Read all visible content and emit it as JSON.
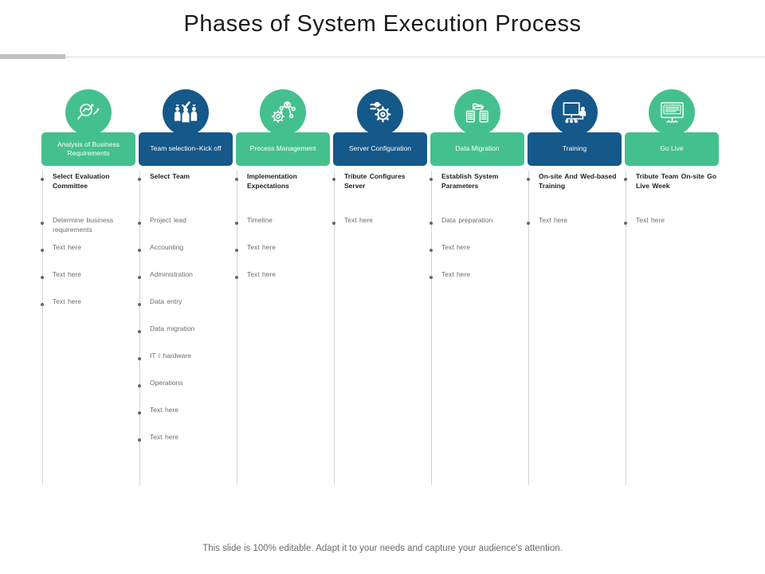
{
  "slide": {
    "title": "Phases of System Execution Process",
    "footer": "This slide is 100% editable. Adapt it to your needs and capture your audience's attention."
  },
  "theme": {
    "green": "#44c08f",
    "blue": "#15588a",
    "rail": "#cfd4d8",
    "bullet": "#5a6b78",
    "lead_text": "#1f1f1f",
    "body_text": "#6d6d6d",
    "title_text": "#1a1a1a",
    "accent_bar": "#bfbfbf"
  },
  "columns": [
    {
      "header": "Analysis of Business Requirements",
      "color": "green",
      "icon": "magnifier-chart-icon",
      "items": [
        "Select Evaluation Committee",
        "Determine business requirements",
        "Text here",
        "Text here",
        "Text here"
      ]
    },
    {
      "header": "Team selection–Kick off",
      "color": "blue",
      "icon": "team-checkmark-icon",
      "items": [
        "Select Team",
        "Project lead",
        "Accounting",
        "Administration",
        "Data entry",
        "Data migration",
        "IT / hardware",
        "Operations",
        "Text here",
        "Text here"
      ]
    },
    {
      "header": "Process Management",
      "color": "green",
      "icon": "gear-network-icon",
      "items": [
        "Implementation Expectations",
        "Timeline",
        "Text here",
        "Text here"
      ]
    },
    {
      "header": "Server Configuration",
      "color": "blue",
      "icon": "gear-settings-icon",
      "items": [
        "Tribute Configures Server",
        "Text here"
      ]
    },
    {
      "header": "Data Migration",
      "color": "green",
      "icon": "database-transfer-icon",
      "items": [
        "Establish System Parameters",
        "Data preparation",
        "Text here",
        "Text here"
      ]
    },
    {
      "header": "Training",
      "color": "blue",
      "icon": "presentation-board-icon",
      "items": [
        "On-site And Wed-based Training",
        "Text here"
      ]
    },
    {
      "header": "Go Live",
      "color": "green",
      "icon": "desktop-monitor-icon",
      "items": [
        "Tribute Team On-site Go Live Week",
        "Text here"
      ]
    }
  ]
}
